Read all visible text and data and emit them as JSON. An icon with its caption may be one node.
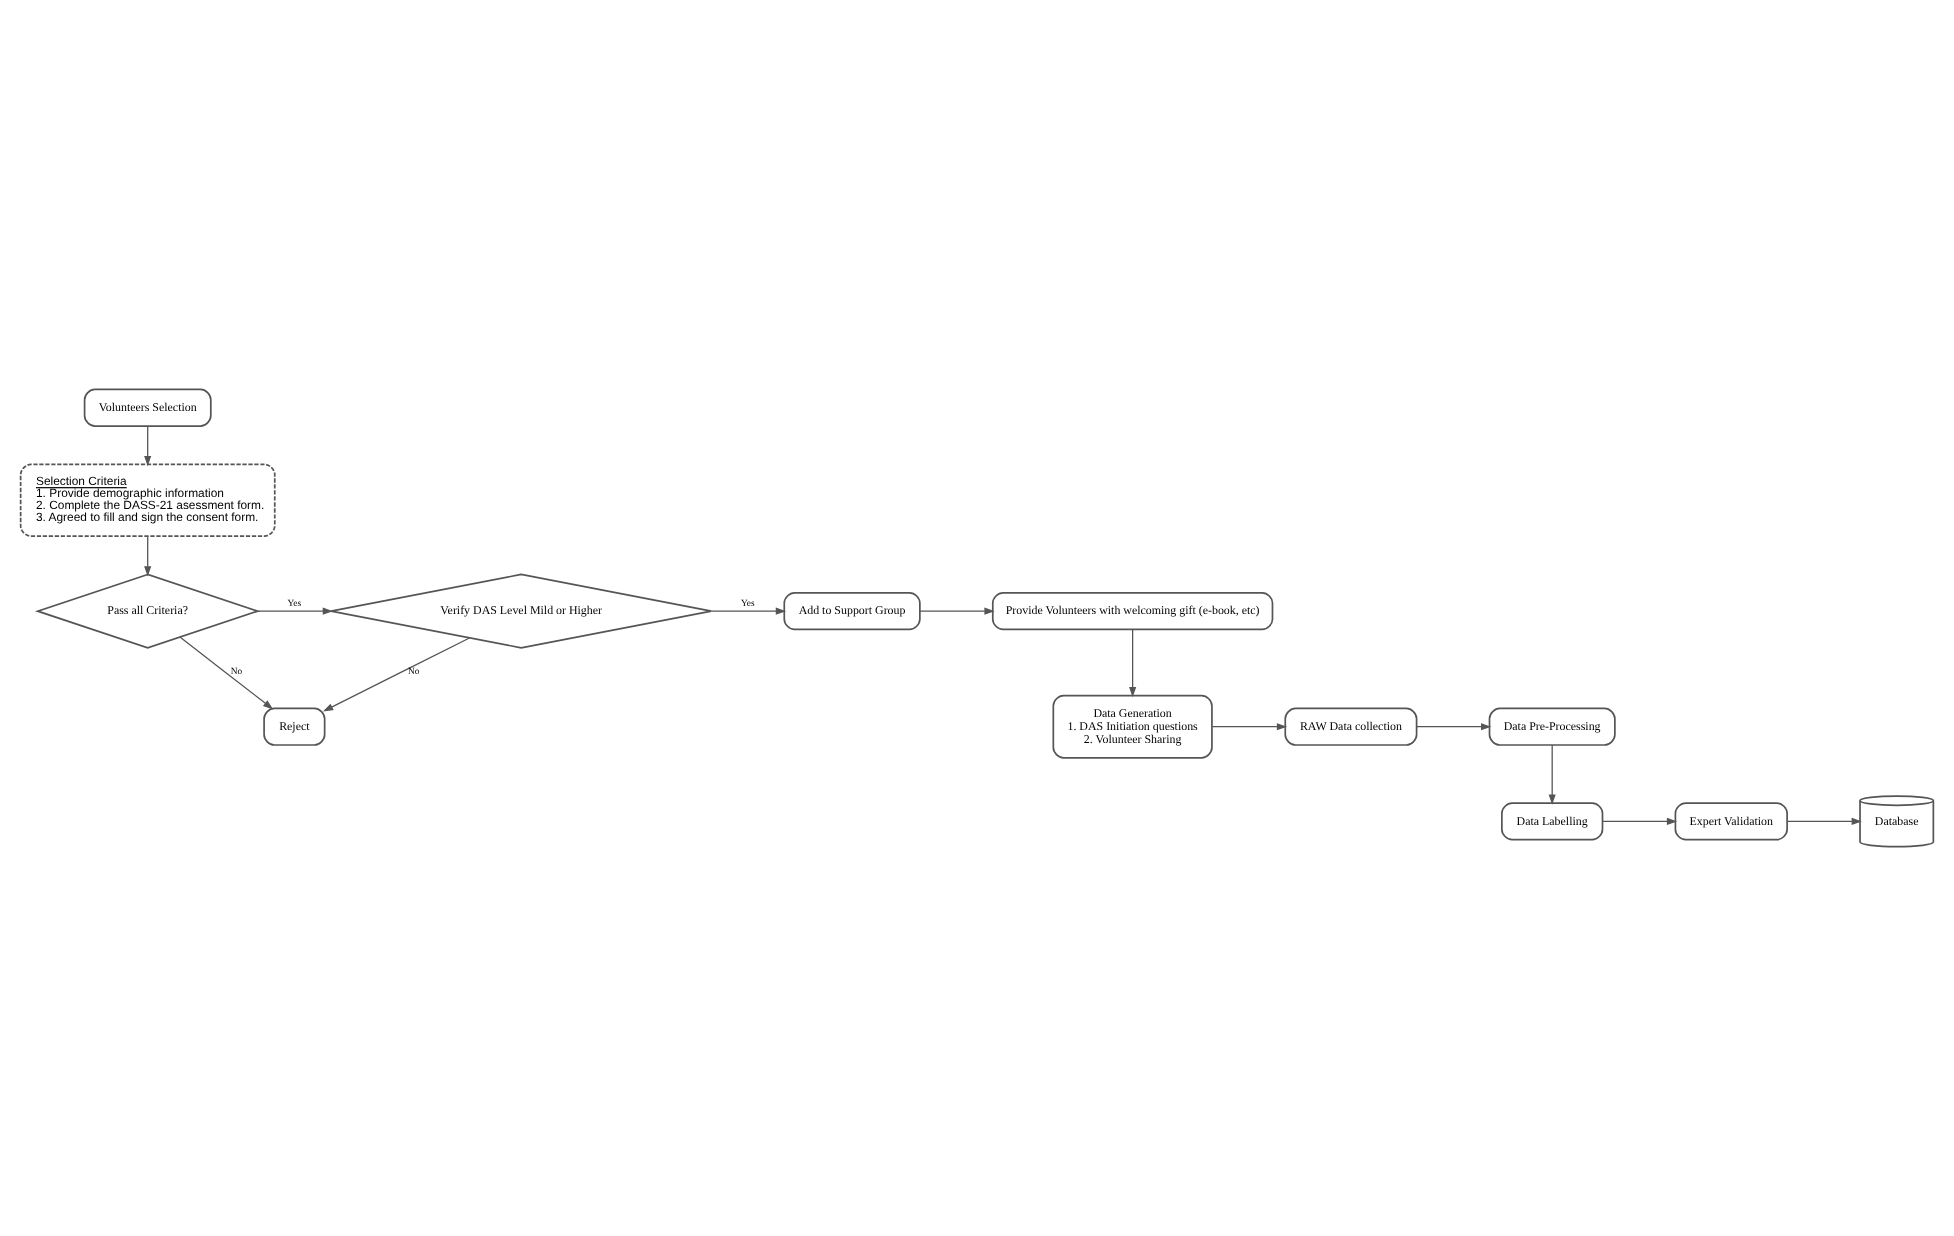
{
  "diagram": {
    "nodes": [
      {
        "text": [
          "Volunteers Selection"
        ]
      },
      {
        "text": [
          "Selection Criteria",
          "1. Provide demographic information",
          "2. Complete the DASS-21 asessment form.",
          "3. Agreed to fill and sign the consent form."
        ]
      },
      {
        "text": [
          "Pass all Criteria?"
        ]
      },
      {
        "text": [
          "Verify DAS Level Mild or Higher"
        ]
      },
      {
        "text": [
          "Add to Support Group"
        ]
      },
      {
        "text": [
          "Provide Volunteers with welcoming gift (e-book, etc)"
        ]
      },
      {
        "text": [
          "Data Generation",
          "1. DAS Initiation questions",
          "2. Volunteer Sharing"
        ]
      },
      {
        "text": [
          "RAW Data collection"
        ]
      },
      {
        "text": [
          "Data Pre-Processing"
        ]
      },
      {
        "text": [
          "Data Labelling"
        ]
      },
      {
        "text": [
          "Expert Validation"
        ]
      },
      {
        "text": [
          "Database"
        ]
      },
      {
        "text": [
          "Reject"
        ]
      }
    ],
    "edges": [
      {
        "from": 0,
        "to": 1,
        "arrow": "to"
      },
      {
        "from": 1,
        "to": 2,
        "arrow": "to"
      },
      {
        "from": 2,
        "to": 3,
        "label": "Yes",
        "arrow": "to"
      },
      {
        "from": 3,
        "to": 4,
        "label": "Yes",
        "arrow": "to"
      },
      {
        "from": 2,
        "to": 12,
        "label": "No",
        "arrow": "to"
      },
      {
        "from": 3,
        "to": 12,
        "label": "No",
        "arrow": "to"
      },
      {
        "from": 4,
        "to": 5,
        "arrow": "to"
      },
      {
        "from": 5,
        "to": 6,
        "arrow": "to"
      },
      {
        "from": 6,
        "to": 7,
        "arrow": "to"
      },
      {
        "from": 7,
        "to": 8,
        "arrow": "to"
      },
      {
        "from": 8,
        "to": 9,
        "arrow": "to"
      },
      {
        "from": 9,
        "to": 10,
        "arrow": "to"
      },
      {
        "from": 10,
        "to": 11,
        "arrow": "to"
      }
    ]
  }
}
